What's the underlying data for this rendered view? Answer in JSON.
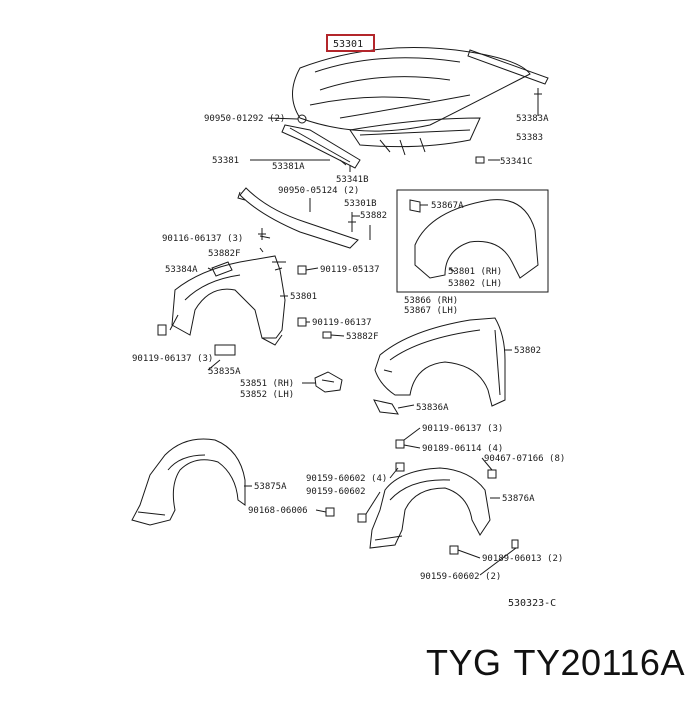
{
  "diagram": {
    "hood_callout": "53301",
    "labels": {
      "l53383A": "53383A",
      "l53383": "53383",
      "l90950_01292": "90950-01292 (2)",
      "l53381": "53381",
      "l53381A": "53381A",
      "l53341B": "53341B",
      "l53341C": "53341C",
      "l90950_05124": "90950-05124 (2)",
      "l53301B": "53301B",
      "l53882": "53882",
      "l53867A_top": "53867A",
      "l90116_06137": "90116-06137 (3)",
      "l53882F_top": "53882F",
      "l53384A": "53384A",
      "l90119_05137": "90119-05137",
      "l53801_rh": "53801 (RH)",
      "l53802_lh": "53802 (LH)",
      "l53801": "53801",
      "l53866": "53866 (RH)",
      "l53867": "53867 (LH)",
      "l90119_06137": "90119-06137",
      "l53882F_bot": "53882F",
      "l53802": "53802",
      "l90119_06137_3": "90119-06137 (3)",
      "l53835A": "53835A",
      "l53851": "53851 (RH)",
      "l53852": "53852 (LH)",
      "l53836A": "53836A",
      "l90119_06137_3b": "90119-06137 (3)",
      "l90189_06114": "90189-06114 (4)",
      "l90467_07166": "90467-07166 (8)",
      "l90159_60602_4": "90159-60602 (4)",
      "l53875A": "53875A",
      "l90159_60602": "90159-60602",
      "l53876A": "53876A",
      "l90168_06006": "90168-06006",
      "l90189_06013": "90189-06013 (2)",
      "l90159_60602_2": "90159-60602 (2)",
      "l530323C": "530323-C"
    }
  },
  "footer": {
    "brand": "TYG",
    "part_number": "TY20116A"
  },
  "colors": {
    "line": "#1a1a1a",
    "highlight": "#b3262b"
  }
}
